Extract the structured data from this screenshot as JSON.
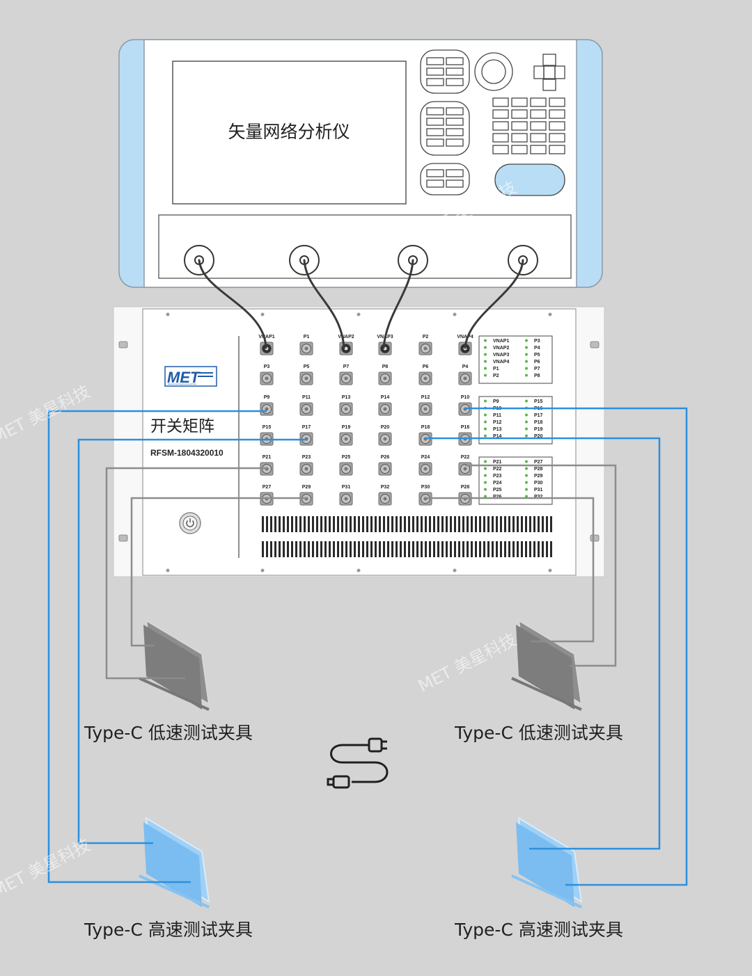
{
  "vna": {
    "title": "矢量网络分析仪"
  },
  "switch_matrix": {
    "logo": "MET",
    "logo_tagline": "Measurement Engineering and Test",
    "title": "开关矩阵",
    "model": "RFSM-1804320010",
    "port_grid": [
      [
        "VNAP1",
        "P1",
        "VNAP2",
        "VNAP3",
        "P2",
        "VNAP4"
      ],
      [
        "P3",
        "P5",
        "P7",
        "P8",
        "P6",
        "P4"
      ],
      [
        "P9",
        "P11",
        "P13",
        "P14",
        "P12",
        "P10"
      ],
      [
        "P15",
        "P17",
        "P19",
        "P20",
        "P18",
        "P16"
      ],
      [
        "P21",
        "P23",
        "P25",
        "P26",
        "P24",
        "P22"
      ],
      [
        "P27",
        "P29",
        "P31",
        "P32",
        "P30",
        "P28"
      ]
    ],
    "indicator_groups": [
      {
        "left": [
          "VNAP1",
          "VNAP2",
          "VNAP3",
          "VNAP4",
          "P1",
          "P2"
        ],
        "right": [
          "P3",
          "P4",
          "P5",
          "P6",
          "P7",
          "P8"
        ]
      },
      {
        "left": [
          "P9",
          "P10",
          "P11",
          "P12",
          "P13",
          "P14"
        ],
        "right": [
          "P15",
          "P16",
          "P17",
          "P18",
          "P19",
          "P20"
        ]
      },
      {
        "left": [
          "P21",
          "P22",
          "P23",
          "P24",
          "P25",
          "P26"
        ],
        "right": [
          "P27",
          "P28",
          "P29",
          "P30",
          "P31",
          "P32"
        ]
      }
    ]
  },
  "fixtures": {
    "low_left": "Type-C 低速测试夹具",
    "low_right": "Type-C 低速测试夹具",
    "high_left": "Type-C 高速测试夹具",
    "high_right": "Type-C 高速测试夹具"
  },
  "watermark": "MET 美星科技",
  "colors": {
    "background": "#d4d4d4",
    "vna_frame": "#b9ddf4",
    "high_speed_cable": "#2b8fde",
    "low_speed_cable": "#8c8c8c",
    "rf_cable": "#3a3a3a",
    "logo_blue": "#1e5ba8",
    "led_green": "#58b848"
  },
  "icons": [
    "power-button-icon",
    "usb-cable-icon",
    "dpad-icon",
    "rotary-knob-icon"
  ]
}
